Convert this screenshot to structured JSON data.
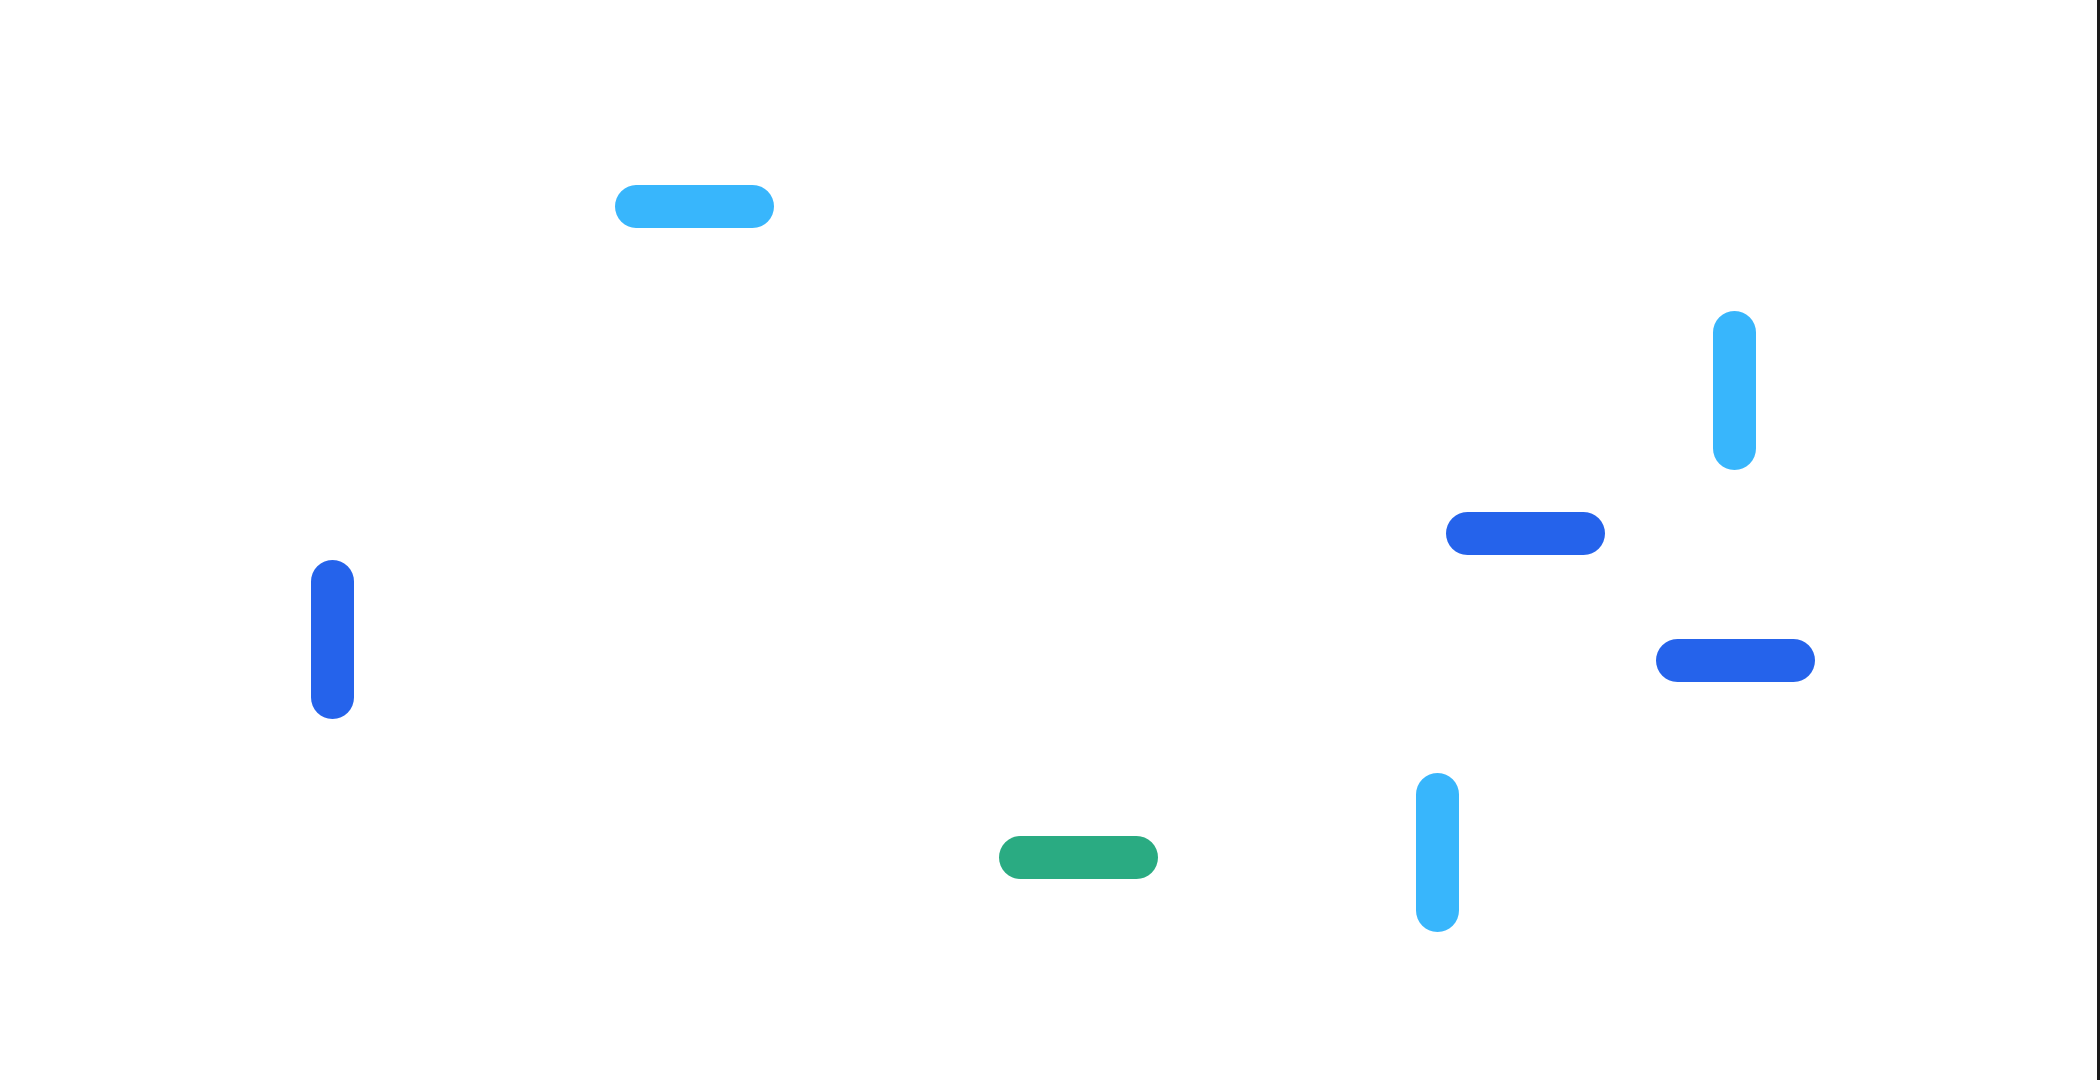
{
  "colors": {
    "background": "#ffffff",
    "light_blue": "#38b6fc",
    "blue": "#2563eb",
    "green": "#2aab82"
  },
  "pieces": [
    {
      "name": "pill-light-blue-1",
      "color": "light_blue"
    },
    {
      "name": "pill-light-blue-2",
      "color": "light_blue"
    },
    {
      "name": "pill-blue-1",
      "color": "blue"
    },
    {
      "name": "pill-blue-2",
      "color": "blue"
    },
    {
      "name": "pill-blue-3",
      "color": "blue"
    },
    {
      "name": "pill-green-1",
      "color": "green"
    },
    {
      "name": "pill-light-blue-3",
      "color": "light_blue"
    }
  ]
}
